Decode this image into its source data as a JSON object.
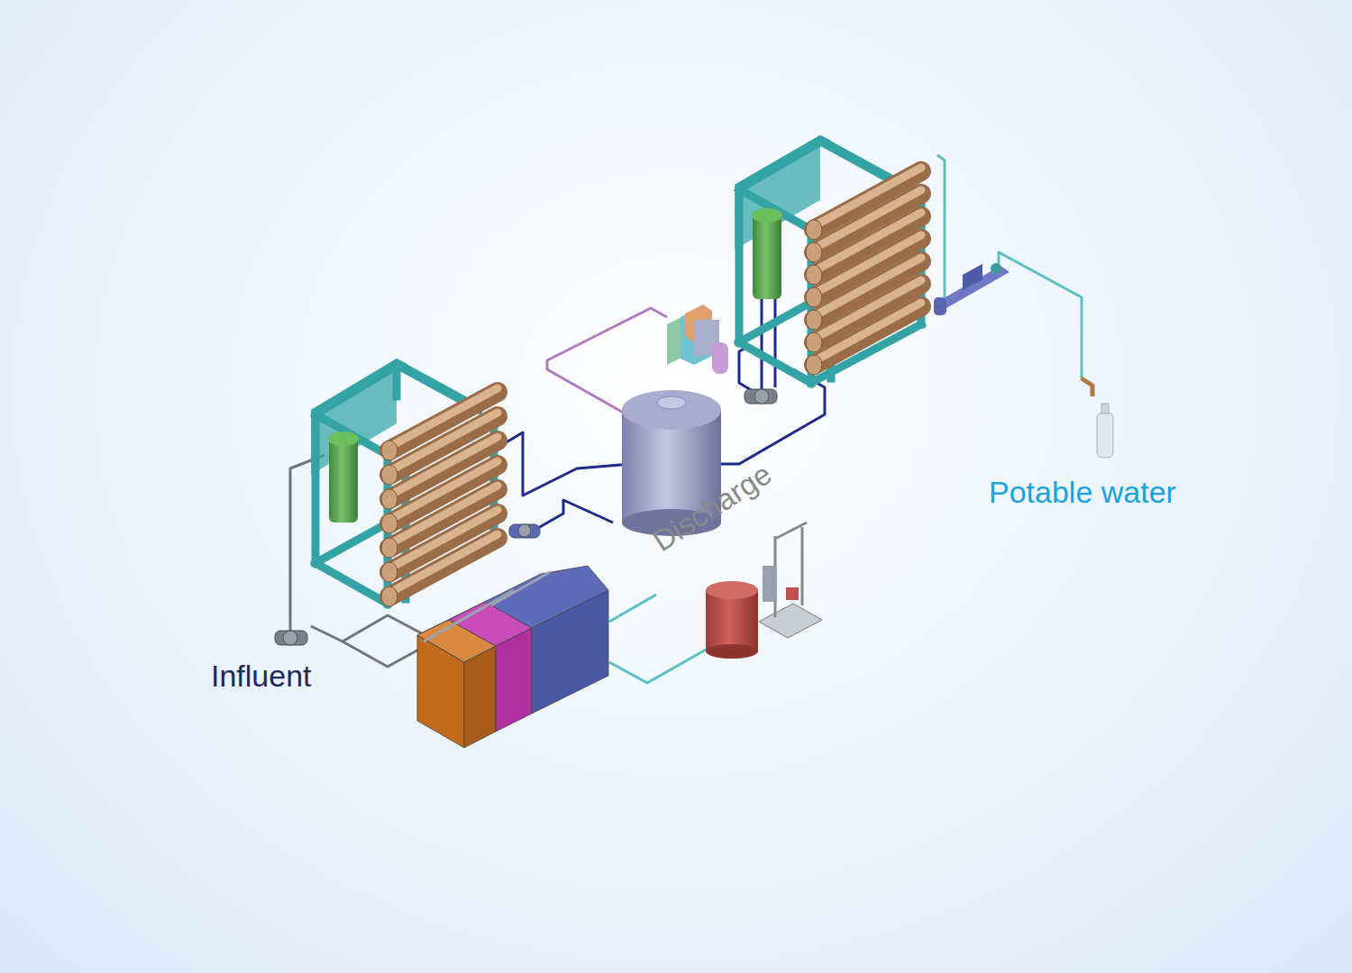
{
  "diagram": {
    "labels": [
      "Influent",
      "Discharge",
      "Potable water"
    ]
  }
}
